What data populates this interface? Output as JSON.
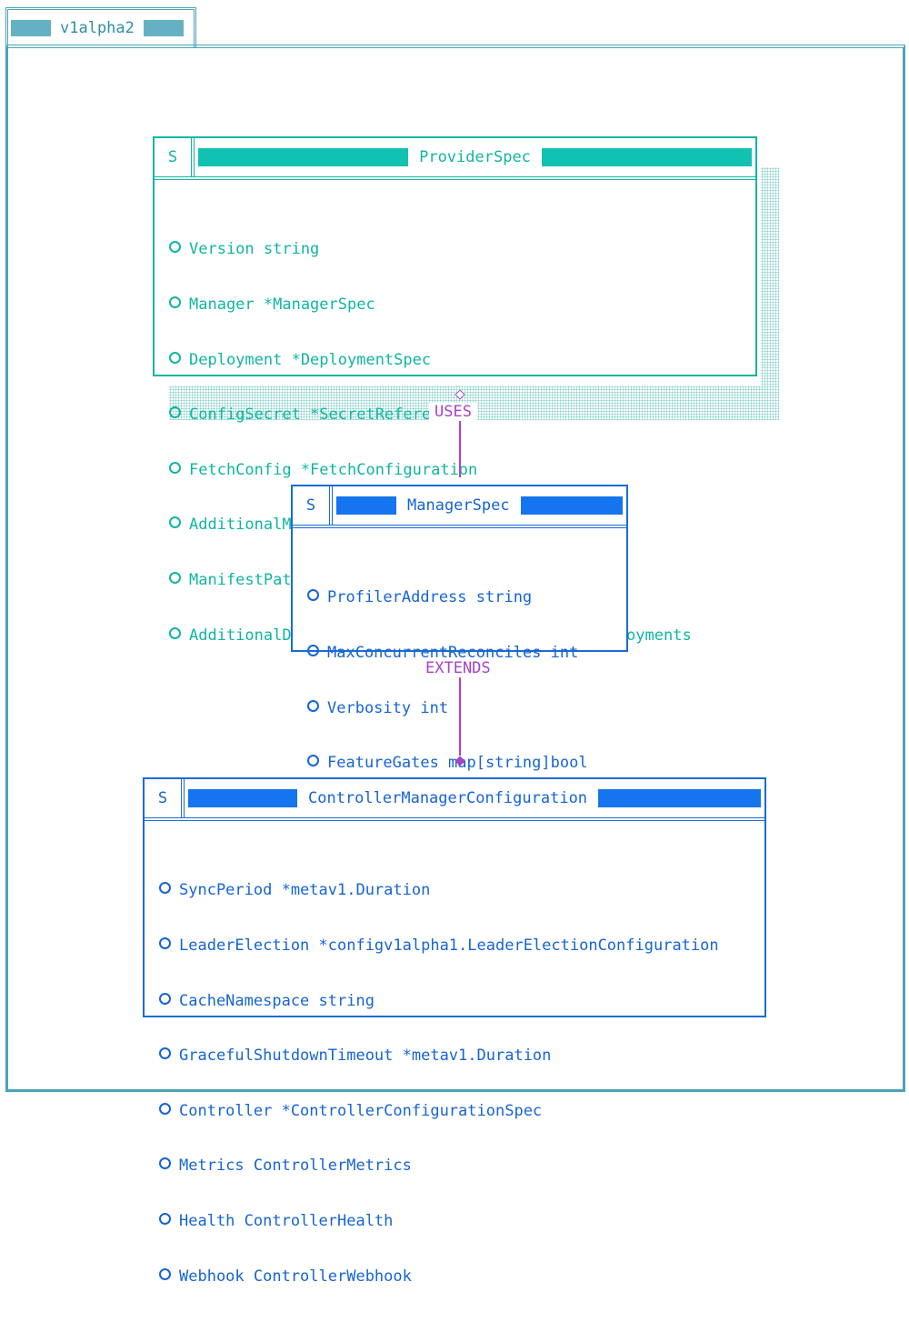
{
  "package": {
    "name": "v1alpha2"
  },
  "structs": {
    "provider_spec": {
      "badge": "S",
      "name": "ProviderSpec",
      "fields": [
        "Version string",
        "Manager *ManagerSpec",
        "Deployment *DeploymentSpec",
        "ConfigSecret *SecretReference",
        "FetchConfig *FetchConfiguration",
        "AdditionalManifestsRef *ConfigmapReference",
        "ManifestPatches []string",
        "AdditionalDeployments map[string]AdditionalDeployments"
      ]
    },
    "manager_spec": {
      "badge": "S",
      "name": "ManagerSpec",
      "fields": [
        "ProfilerAddress string",
        "MaxConcurrentReconciles int",
        "Verbosity int",
        "FeatureGates map[string]bool"
      ]
    },
    "controller_manager_configuration": {
      "badge": "S",
      "name": "ControllerManagerConfiguration",
      "fields": [
        "SyncPeriod *metav1.Duration",
        "LeaderElection *configv1alpha1.LeaderElectionConfiguration",
        "CacheNamespace string",
        "GracefulShutdownTimeout *metav1.Duration",
        "Controller *ControllerConfigurationSpec",
        "Metrics ControllerMetrics",
        "Health ControllerHealth",
        "Webhook ControllerWebhook"
      ]
    }
  },
  "relations": {
    "uses": "USES",
    "extends": "EXTENDS"
  },
  "colors": {
    "frame": "#4aa3b8",
    "teal": "#10b5a1",
    "blue": "#1664d4",
    "relation": "#a544c9"
  }
}
